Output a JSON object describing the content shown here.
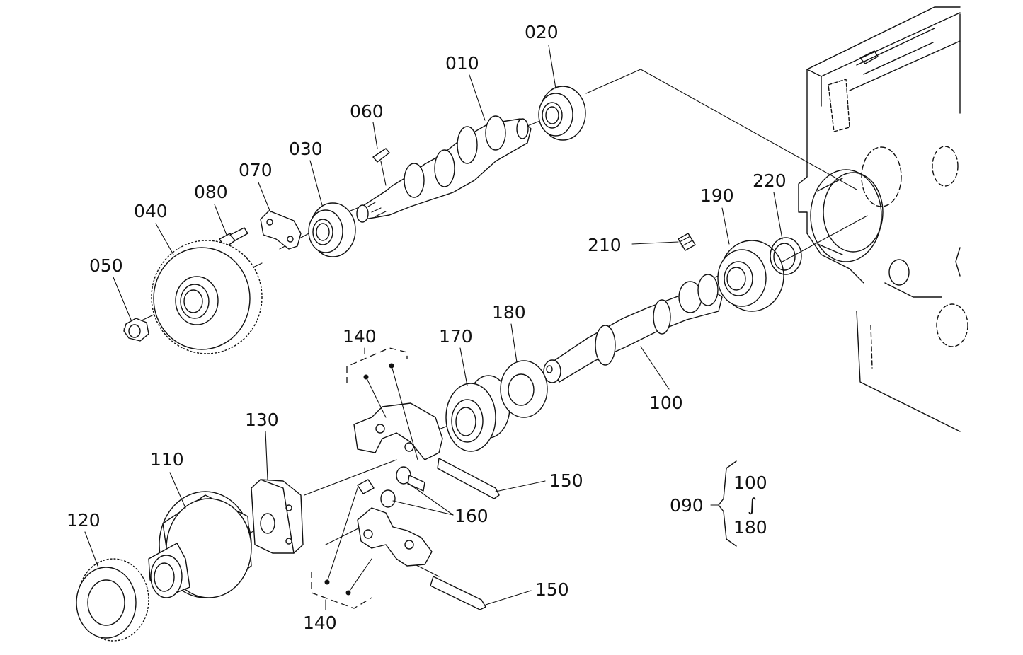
{
  "diagram": {
    "kind": "exploded parts diagram",
    "line_color": "#111111",
    "background": "#ffffff",
    "labels": {
      "p010": "010",
      "p020": "020",
      "p030": "030",
      "p040": "040",
      "p050": "050",
      "p060": "060",
      "p070": "070",
      "p080": "080",
      "p090": "090",
      "p100": "100",
      "p110": "110",
      "p120": "120",
      "p130": "130",
      "p140_top": "140",
      "p140_bottom": "140",
      "p150_upper": "150",
      "p150_lower": "150",
      "p160": "160",
      "p170": "170",
      "p180": "180",
      "p190": "190",
      "p210": "210",
      "p220": "220"
    },
    "assembly_note": {
      "parent": "090",
      "range_start": "100",
      "range_symbol": "∫",
      "range_end": "180"
    }
  }
}
